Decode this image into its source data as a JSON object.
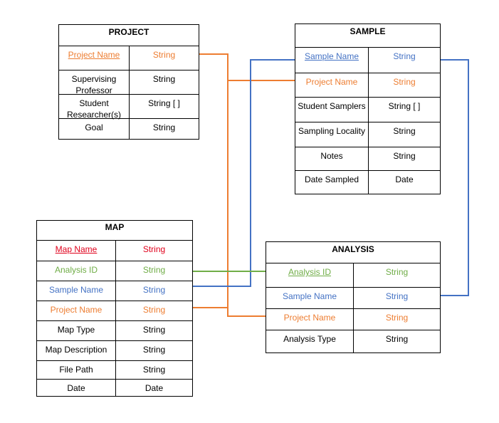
{
  "colors": {
    "black": "#000000",
    "red": "#e0001b",
    "orange": "#ed7d31",
    "blue": "#4472c4",
    "green": "#70ad47"
  },
  "project": {
    "title": "PROJECT",
    "rows": [
      {
        "name": "Project Name",
        "type": "String",
        "color": "orange",
        "key": true
      },
      {
        "name": "Supervising Professor",
        "type": "String",
        "color": "black",
        "key": false
      },
      {
        "name": "Student Researcher(s)",
        "type": "String [ ]",
        "color": "black",
        "key": false
      },
      {
        "name": "Goal",
        "type": "String",
        "color": "black",
        "key": false
      }
    ]
  },
  "sample": {
    "title": "SAMPLE",
    "rows": [
      {
        "name": "Sample Name",
        "type": "String",
        "color": "blue",
        "key": true
      },
      {
        "name": "Project Name",
        "type": "String",
        "color": "orange",
        "key": false
      },
      {
        "name": "Student Samplers",
        "type": "String [ ]",
        "color": "black",
        "key": false
      },
      {
        "name": "Sampling Locality",
        "type": "String",
        "color": "black",
        "key": false
      },
      {
        "name": "Notes",
        "type": "String",
        "color": "black",
        "key": false
      },
      {
        "name": "Date Sampled",
        "type": "Date",
        "color": "black",
        "key": false
      }
    ]
  },
  "map": {
    "title": "MAP",
    "rows": [
      {
        "name": "Map Name",
        "type": "String",
        "color": "red",
        "key": true
      },
      {
        "name": "Analysis ID",
        "type": "String",
        "color": "green",
        "key": false
      },
      {
        "name": "Sample Name",
        "type": "String",
        "color": "blue",
        "key": false
      },
      {
        "name": "Project Name",
        "type": "String",
        "color": "orange",
        "key": false
      },
      {
        "name": "Map Type",
        "type": "String",
        "color": "black",
        "key": false
      },
      {
        "name": "Map Description",
        "type": "String",
        "color": "black",
        "key": false
      },
      {
        "name": "File Path",
        "type": "String",
        "color": "black",
        "key": false
      },
      {
        "name": "Date",
        "type": "Date",
        "color": "black",
        "key": false
      }
    ]
  },
  "analysis": {
    "title": "ANALYSIS",
    "rows": [
      {
        "name": "Analysis ID",
        "type": "String",
        "color": "green",
        "key": true
      },
      {
        "name": "Sample Name",
        "type": "String",
        "color": "blue",
        "key": false
      },
      {
        "name": "Project Name",
        "type": "String",
        "color": "orange",
        "key": false
      },
      {
        "name": "Analysis Type",
        "type": "String",
        "color": "black",
        "key": false
      }
    ]
  },
  "connectors": [
    {
      "from": "project.Project Name",
      "to": "sample.Project Name",
      "color": "orange"
    },
    {
      "from": "project.Project Name",
      "to": "analysis.Project Name",
      "color": "orange"
    },
    {
      "from": "map.Project Name",
      "to": "project.Project Name",
      "color": "orange"
    },
    {
      "from": "sample.Sample Name",
      "to": "map.Sample Name",
      "color": "blue"
    },
    {
      "from": "sample.Sample Name",
      "to": "analysis.Sample Name",
      "color": "blue"
    },
    {
      "from": "analysis.Analysis ID",
      "to": "map.Analysis ID",
      "color": "green"
    }
  ]
}
